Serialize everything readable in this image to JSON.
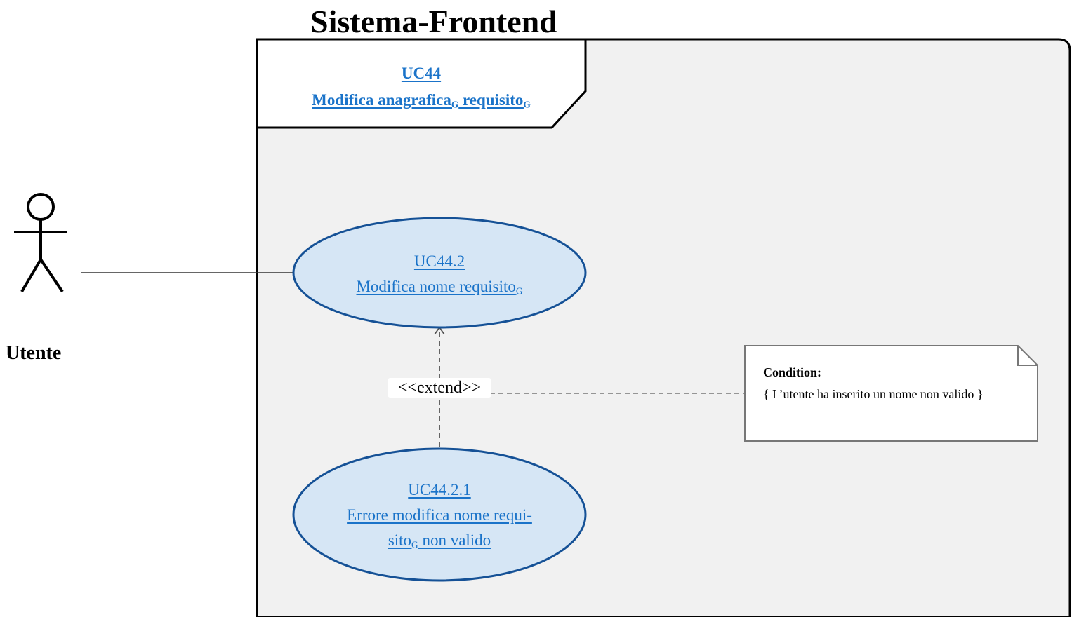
{
  "system": {
    "title": "Sistema-Frontend"
  },
  "frame": {
    "id": "UC44",
    "name_part1": "Modifica anagrafica",
    "name_sub1": "G",
    "name_part2": " requisito",
    "name_sub2": "G"
  },
  "actor": {
    "name": "Utente",
    "icon": "stick-figure-icon"
  },
  "use_cases": [
    {
      "id": "UC44.2",
      "name_part1": "Modifica nome requisito",
      "name_sub1": "G"
    },
    {
      "id": "UC44.2.1",
      "line1": "Errore modifica nome requi-",
      "line2_part1": "sito",
      "line2_sub": "G",
      "line2_part2": " non valido"
    }
  ],
  "relation": {
    "label": "<<extend>>"
  },
  "note": {
    "heading": "Condition:",
    "body": "{ L’utente ha inserito un nome non valido }"
  },
  "colors": {
    "use_case_fill": "#d6e6f5",
    "use_case_stroke": "#155196",
    "link": "#1a73c9",
    "system_fill": "#f1f1f1"
  }
}
